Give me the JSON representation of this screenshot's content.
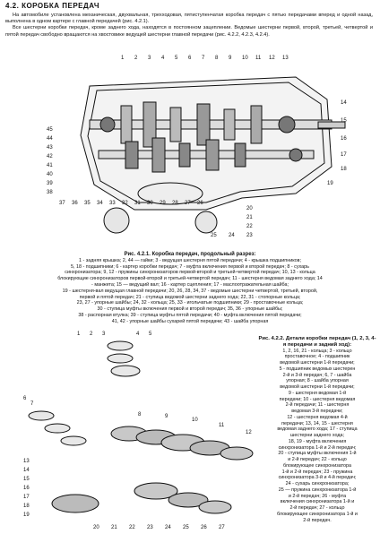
{
  "section": {
    "heading": "4.2. КОРОБКА ПЕРЕДАЧ"
  },
  "intro": {
    "p1": "На автомобиле установлена механическая, двухвальная, трехходовая, пятиступенчатая коробка передач с пятью передачами вперед и одной назад, выполнена в одном картере с главной передачей (рис. 4.2.1).",
    "p2": "Все шестерни коробки передач, кроме заднего хода, находятся в постоянном зацеплении. Ведомые шестерни первой, второй, третьей, четвертой и пятой передач свободно вращаются на хвостовике ведущей шестерни главной передачи (рис. 4.2.2, 4.2.3, 4.2.4)."
  },
  "figure1": {
    "title": "Рис. 4.2.1. Коробка передач, продольный разрез:",
    "lines": [
      "1 - задняя крышка; 2, 44 — гайки; 3 - ведущая шестерня пятой передачи; 4 - крышка подшипников;",
      "5, 18 - подшипники; 6 - картер коробки передач; 7 - муфта включения первой и второй передач; 8 - сухарь",
      "синхронизатора; 9, 12 - пружины синхронизаторов первой-второй и третьей-четвертой передач; 10, 13 - кольца",
      "блокирующие синхронизаторов первой-второй и третьей-четвертой передач; 11 - шестерня ведомая заднего хода; 14",
      "- манжета; 15 — ведущий вал; 16 - картер сцепления; 17 - маслоотражательная шайба;",
      "19 - шестерня-вал ведущая главной передачи; 20, 26, 28, 34, 37 - ведомые шестерни четвертой, третьей, второй,",
      "первой и пятой передач; 21 - ступица ведомой шестерни заднего хода; 22, 31 - стопорные кольца;",
      "23, 27 - упорные шайбы; 24, 32 - кольца; 25, 33 - игольчатые подшипники; 29 - проставочные кольца;",
      "30 - ступица муфты включения первой и второй передач; 35, 36 - упорные шайбы;",
      "38 - распорная втулка; 39 - ступица муфты пятой передачи; 40 - муфта включения пятой передачи;",
      "41, 42 - упорные шайбы сухарей пятой передачи; 43 - шайба упорная"
    ],
    "callouts": [
      "1",
      "2",
      "3",
      "4",
      "5",
      "6",
      "7",
      "8",
      "9",
      "10",
      "11",
      "12",
      "13",
      "14",
      "15",
      "16",
      "17",
      "18",
      "19",
      "20",
      "21",
      "22",
      "23",
      "24",
      "25",
      "26",
      "27",
      "28",
      "29",
      "30",
      "31",
      "32",
      "33",
      "34",
      "35",
      "36",
      "37",
      "38",
      "39",
      "40",
      "41",
      "42",
      "43",
      "44",
      "45"
    ]
  },
  "figure2": {
    "title": "Рис. 4.2.2. Детали коробки передач (1, 2, 3, 4-я передачи и задний ход):",
    "lines": [
      "1, 2, 16, 21 - кольца; 3 - кольцо",
      "проставочное; 4 - подшипник",
      "ведомой шестерни 1-й передачи;",
      "5 - подшипник ведомых шестерен",
      "2-й и 3-й передач; 6, 7 - шайба",
      "упорная; 8 - шайба упорная",
      "ведомой шестерни 1-й передачи;",
      "9 - шестерня ведомая 1-й",
      "передачи; 10 - шестерня ведомая",
      "2-й передачи; 11 - шестерня",
      "ведомая 3-й передачи;",
      "12 - шестерня ведомая 4-й",
      "передачи; 13, 14, 15 - шестерня",
      "ведомая заднего хода; 17 - ступица",
      "шестерни заднего хода;",
      "18, 19 - муфта включения",
      "синхронизатора 1-й и 2-й передач;",
      "20 - ступица муфты включения 1-й",
      "и 2-й передач; 22 - кольцо",
      "блокирующее синхронизатора",
      "1-й и 2-й передач; 23 - пружина",
      "синхронизатора 3-й и 4-й передач;",
      "24 - сухарь синхронизатора;",
      "25 — пружина синхронизатора 1-й",
      "и 2-й передач; 26 - муфта",
      "включения синхронизатора 1-й и",
      "2-й передач; 27 - кольцо",
      "блокирующее синхронизатора 1-й и",
      "2-й передач."
    ],
    "callouts": [
      "1",
      "2",
      "3",
      "4",
      "5",
      "6",
      "7",
      "8",
      "9",
      "10",
      "11",
      "12",
      "13",
      "14",
      "15",
      "16",
      "17",
      "18",
      "19",
      "20",
      "21",
      "22",
      "23",
      "24",
      "25",
      "26",
      "27"
    ]
  }
}
